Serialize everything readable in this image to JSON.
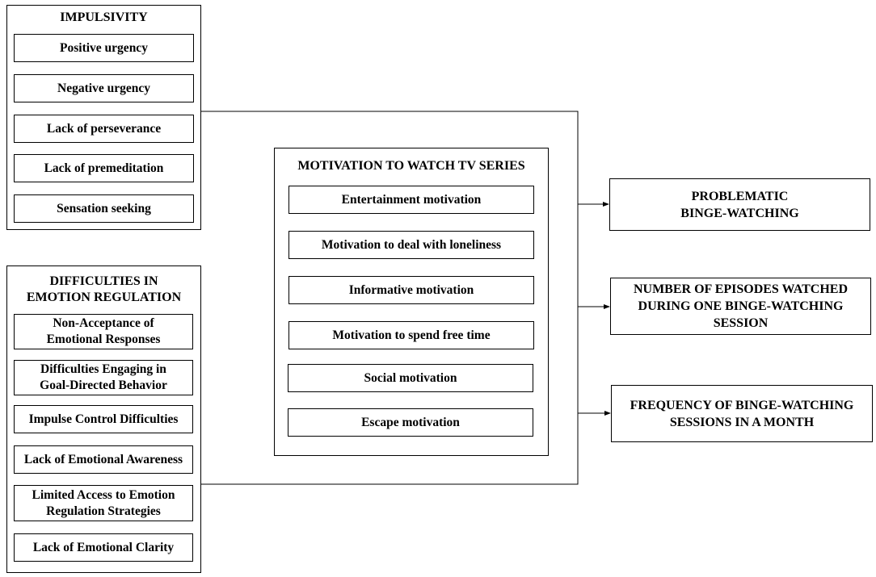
{
  "impulsivity": {
    "title": "IMPULSIVITY",
    "items": [
      "Positive urgency",
      "Negative urgency",
      "Lack of perseverance",
      "Lack of premeditation",
      "Sensation seeking"
    ]
  },
  "emotion_regulation": {
    "title_line1": "DIFFICULTIES IN",
    "title_line2": "EMOTION REGULATION",
    "items": [
      {
        "line1": "Non-Acceptance of",
        "line2": "Emotional Responses"
      },
      {
        "line1": "Difficulties Engaging in",
        "line2": "Goal-Directed Behavior"
      },
      {
        "line1": "Impulse Control Difficulties",
        "line2": ""
      },
      {
        "line1": "Lack of Emotional Awareness",
        "line2": ""
      },
      {
        "line1": "Limited Access to Emotion",
        "line2": "Regulation Strategies"
      },
      {
        "line1": "Lack of Emotional Clarity",
        "line2": ""
      }
    ]
  },
  "motivation": {
    "title": "MOTIVATION TO WATCH TV SERIES",
    "items": [
      "Entertainment motivation",
      "Motivation to deal with loneliness",
      "Informative motivation",
      "Motivation to spend free time",
      "Social motivation",
      "Escape motivation"
    ]
  },
  "outcomes": [
    {
      "line1": "PROBLEMATIC",
      "line2": "BINGE-WATCHING",
      "line3": ""
    },
    {
      "line1": "NUMBER OF EPISODES WATCHED",
      "line2": "DURING ONE BINGE-WATCHING",
      "line3": "SESSION"
    },
    {
      "line1": "FREQUENCY OF BINGE-WATCHING",
      "line2": "SESSIONS IN A MONTH",
      "line3": ""
    }
  ]
}
